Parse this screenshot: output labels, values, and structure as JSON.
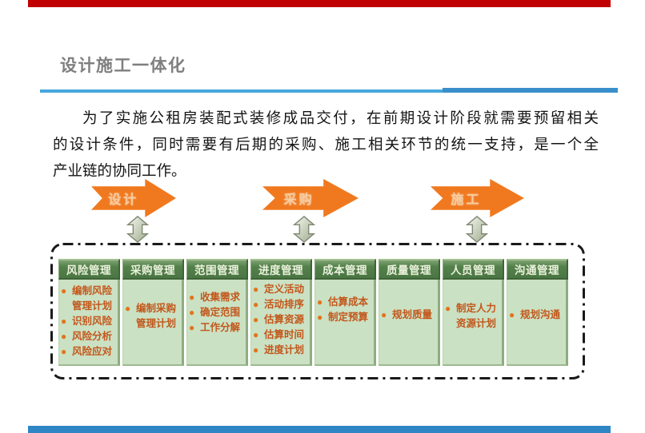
{
  "header": {
    "title": "设计施工一体化"
  },
  "intro": {
    "full_text": "为了实施公租房装配式装修成品交付，在前期设计阶段就需要预留相关的设计条件，同时需要有后期的采购、施工相关环节的统一支持，是一个全产业链的协同工作。",
    "lines": [
      "为了实施公租房装配式装修成品交付，在前期设计阶段就需要预留相关",
      "的设计条件，同时需要有后期的采购、施工相关环节的统一支持，是一个全",
      "产业链的协同工作。"
    ]
  },
  "process_arrows": [
    {
      "label": "设计"
    },
    {
      "label": "采购"
    },
    {
      "label": "施工"
    }
  ],
  "management_table": {
    "columns": [
      {
        "title": "风险管理",
        "items": [
          "编制风险管理计划",
          "识别风险",
          "风险分析",
          "风险应对"
        ]
      },
      {
        "title": "采购管理",
        "items": [
          "编制采购管理计划"
        ]
      },
      {
        "title": "范围管理",
        "items": [
          "收集需求",
          "确定范围",
          "工作分解"
        ]
      },
      {
        "title": "进度管理",
        "items": [
          "定义活动",
          "活动排序",
          "估算资源",
          "估算时间",
          "进度计划"
        ]
      },
      {
        "title": "成本管理",
        "items": [
          "估算成本",
          "制定预算"
        ]
      },
      {
        "title": "质量管理",
        "items": [
          "规划质量"
        ]
      },
      {
        "title": "人员管理",
        "items": [
          "制定人力资源计划"
        ]
      },
      {
        "title": "沟通管理",
        "items": [
          "规划沟通"
        ]
      }
    ]
  },
  "colors": {
    "top_bar": "#C00000",
    "bottom_bar": "#2E86C4",
    "title_gray": "#7F7F7F",
    "rule_blue_light": "#47A7DD",
    "rule_blue_dark": "#3A8FCB",
    "arrow_orange": "#F0791F",
    "arrow_label": "#F7CDA0",
    "header_green": "#54814B",
    "body_green": "#CBE1C3",
    "item_text_orange": "#C3571B",
    "dashed_border": "#1A1A1A"
  }
}
